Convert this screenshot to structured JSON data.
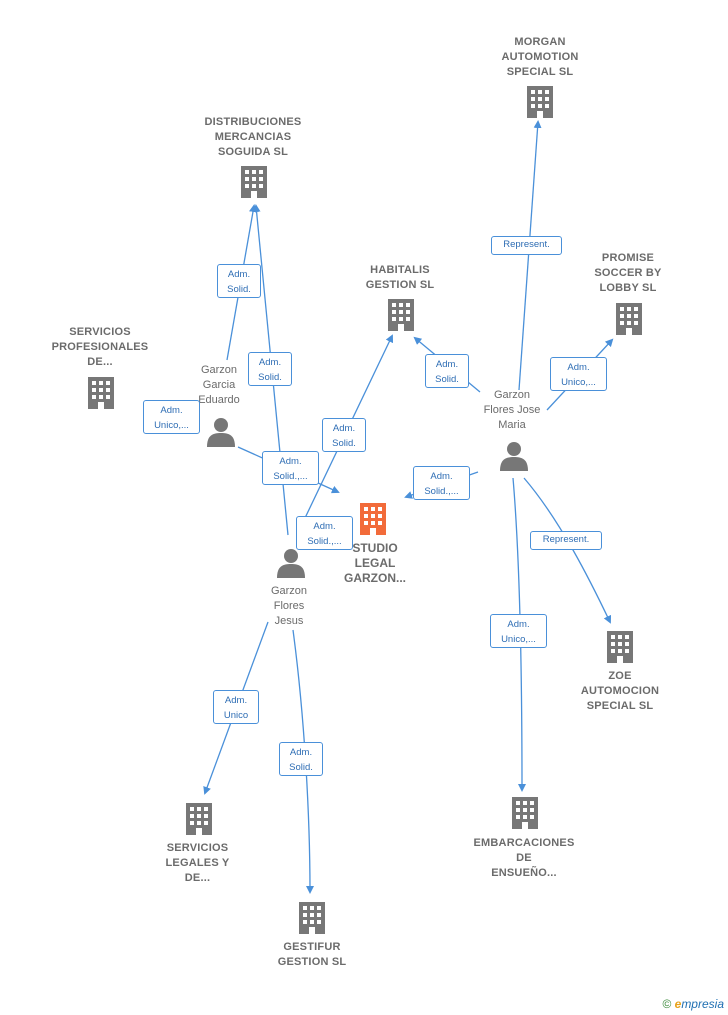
{
  "nodes": {
    "distribuciones": {
      "label": "DISTRIBUCIONES\nMERCANCIAS\nSOGUIDA  SL",
      "kind": "company"
    },
    "morgan": {
      "label": "MORGAN\nAUTOMOTION\nSPECIAL SL",
      "kind": "company"
    },
    "habitalis": {
      "label": "HABITALIS\nGESTION SL",
      "kind": "company"
    },
    "promise": {
      "label": "PROMISE\nSOCCER BY\nLOBBY  SL",
      "kind": "company"
    },
    "servicios_prof": {
      "label": "SERVICIOS\nPROFESIONALES\nDE...",
      "kind": "company"
    },
    "studio": {
      "label": "STUDIO\nLEGAL\nGARZON...",
      "kind": "company-main"
    },
    "zoe": {
      "label": "ZOE\nAUTOMOCION\nSPECIAL SL",
      "kind": "company"
    },
    "embarcaciones": {
      "label": "EMBARCACIONES\nDE\nENSUEÑO...",
      "kind": "company"
    },
    "servicios_leg": {
      "label": "SERVICIOS\nLEGALES Y\nDE...",
      "kind": "company"
    },
    "gestifur": {
      "label": "GESTIFUR\nGESTION  SL",
      "kind": "company"
    },
    "garzon_eduardo": {
      "label": "Garzon\nGarcia\nEduardo",
      "kind": "person"
    },
    "garzon_jose": {
      "label": "Garzon\nFlores Jose\nMaria",
      "kind": "person"
    },
    "garzon_jesus": {
      "label": "Garzon\nFlores\nJesus",
      "kind": "person"
    }
  },
  "edges": [
    {
      "label": "Adm.\nSolid."
    },
    {
      "label": "Adm.\nSolid."
    },
    {
      "label": "Adm.\nUnico,..."
    },
    {
      "label": "Adm.\nSolid.,..."
    },
    {
      "label": "Adm.\nSolid."
    },
    {
      "label": "Adm.\nSolid.,..."
    },
    {
      "label": "Represent."
    },
    {
      "label": "Adm.\nSolid."
    },
    {
      "label": "Adm.\nUnico,..."
    },
    {
      "label": "Adm.\nSolid.,..."
    },
    {
      "label": "Represent."
    },
    {
      "label": "Adm.\nUnico,..."
    },
    {
      "label": "Adm.\nUnico"
    },
    {
      "label": "Adm.\nSolid."
    }
  ],
  "footer": {
    "copyright": "©",
    "brand_e": "e",
    "brand_rest": "mpresia"
  },
  "colors": {
    "edge": "#4a90d9",
    "company_icon": "#777777",
    "main_icon": "#f26b3a",
    "person_icon": "#777777"
  }
}
